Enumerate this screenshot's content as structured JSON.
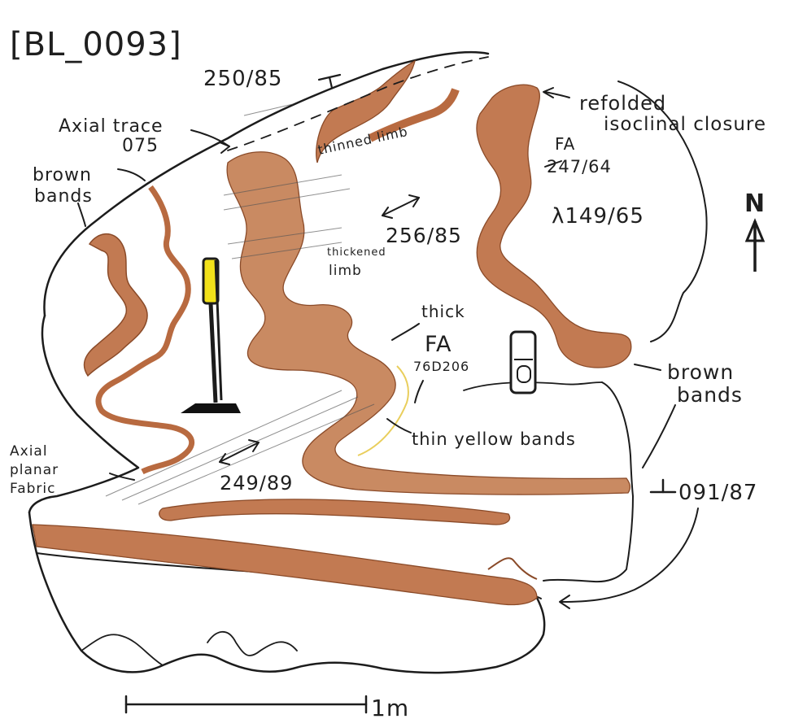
{
  "sketch": {
    "id_label": "[BL_0093]",
    "colors": {
      "paper": "#ffffff",
      "ink": "#1c1c1c",
      "brown_band": "#c27a52",
      "brown_band_light": "#d7a07c",
      "yellow": "#f2e11a"
    },
    "labels": {
      "bedding_top": "250/85",
      "axial_trace_line1": "Axial trace",
      "axial_trace_line2": "075",
      "brown_bands_left_line1": "brown",
      "brown_bands_left_line2": "bands",
      "thinned_limb": "thinned limb",
      "refolded_line1": "refolded",
      "refolded_line2": "isoclinal closure",
      "fa_upper_label": "FA",
      "fa_upper_value": "247/64",
      "lambda_value": "λ149/65",
      "lineation_mid": "256/85",
      "thickened_line1": "thickened",
      "thickened_line2": "limb",
      "thick": "thick",
      "fa_lower_label": "FA",
      "fa_lower_value": "76D206",
      "thin_yellow_bands": "thin yellow bands",
      "brown_bands_right_line1": "brown",
      "brown_bands_right_line2": "bands",
      "bedding_right": "091/87",
      "axial_planar_line1": "Axial",
      "axial_planar_line2": "planar",
      "axial_planar_line3": "Fabric",
      "lineation_low": "249/89",
      "north": "N",
      "scale": "1m"
    },
    "icons": {
      "north_arrow": "north-arrow-icon",
      "walking_pole": "walking-pole-icon",
      "compass": "compass-clinometer-icon"
    }
  }
}
